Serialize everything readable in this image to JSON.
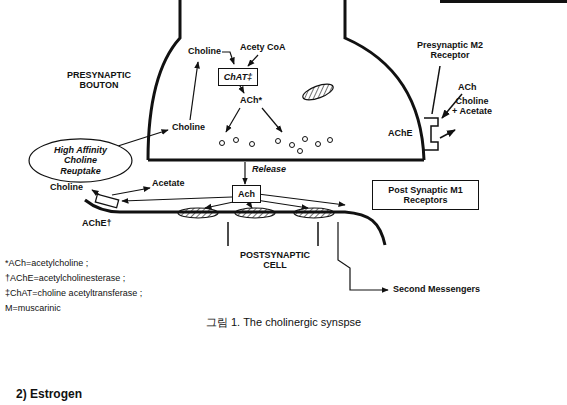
{
  "diagram": {
    "caption": "그림 1. The cholinergic synspse",
    "nodes": [
      {
        "text": [
          "ChAT‡"
        ]
      },
      {
        "text": [
          "High Affinity Choline Reuptake"
        ]
      },
      {
        "text": [
          "Ach"
        ]
      },
      {
        "text": [
          "Post Synaptic M1 Receptors"
        ]
      }
    ],
    "labels": [
      "PRESYNAPTIC BOUTON",
      "Choline",
      "Acety CoA",
      "Presynaptic M2 Receptor",
      "ACh",
      "Choline + Acetate",
      "Choline",
      "ACh*",
      "AChE",
      "Release",
      "Choline",
      "Acetate",
      "AChE†",
      "POSTSYNAPTIC CELL",
      "Second Messengers",
      "*ACh=acetylcholine ;",
      "†AChE=acetylcholinesterase ;",
      "‡ChAT=choline acetyltransferase ;",
      "M=muscarinic",
      "2) Estrogen"
    ]
  }
}
